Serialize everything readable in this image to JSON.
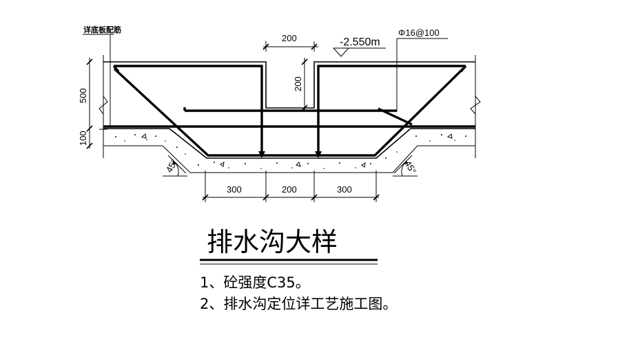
{
  "labels": {
    "bottom_slab_rebar": "详底板配筋",
    "rebar_spec": "Φ16@100",
    "elevation": "-2.550m",
    "dim_top_opening": "200",
    "dim_opening_depth": "200",
    "dim_slab_height": "500",
    "dim_cushion": "100",
    "angle_left": "45°",
    "angle_right": "45°",
    "dim_bottom_left": "300",
    "dim_bottom_mid": "200",
    "dim_bottom_right": "300"
  },
  "title": "排水沟大样",
  "notes": [
    "1、砼强度C35。",
    "2、排水沟定位详工艺施工图。"
  ]
}
